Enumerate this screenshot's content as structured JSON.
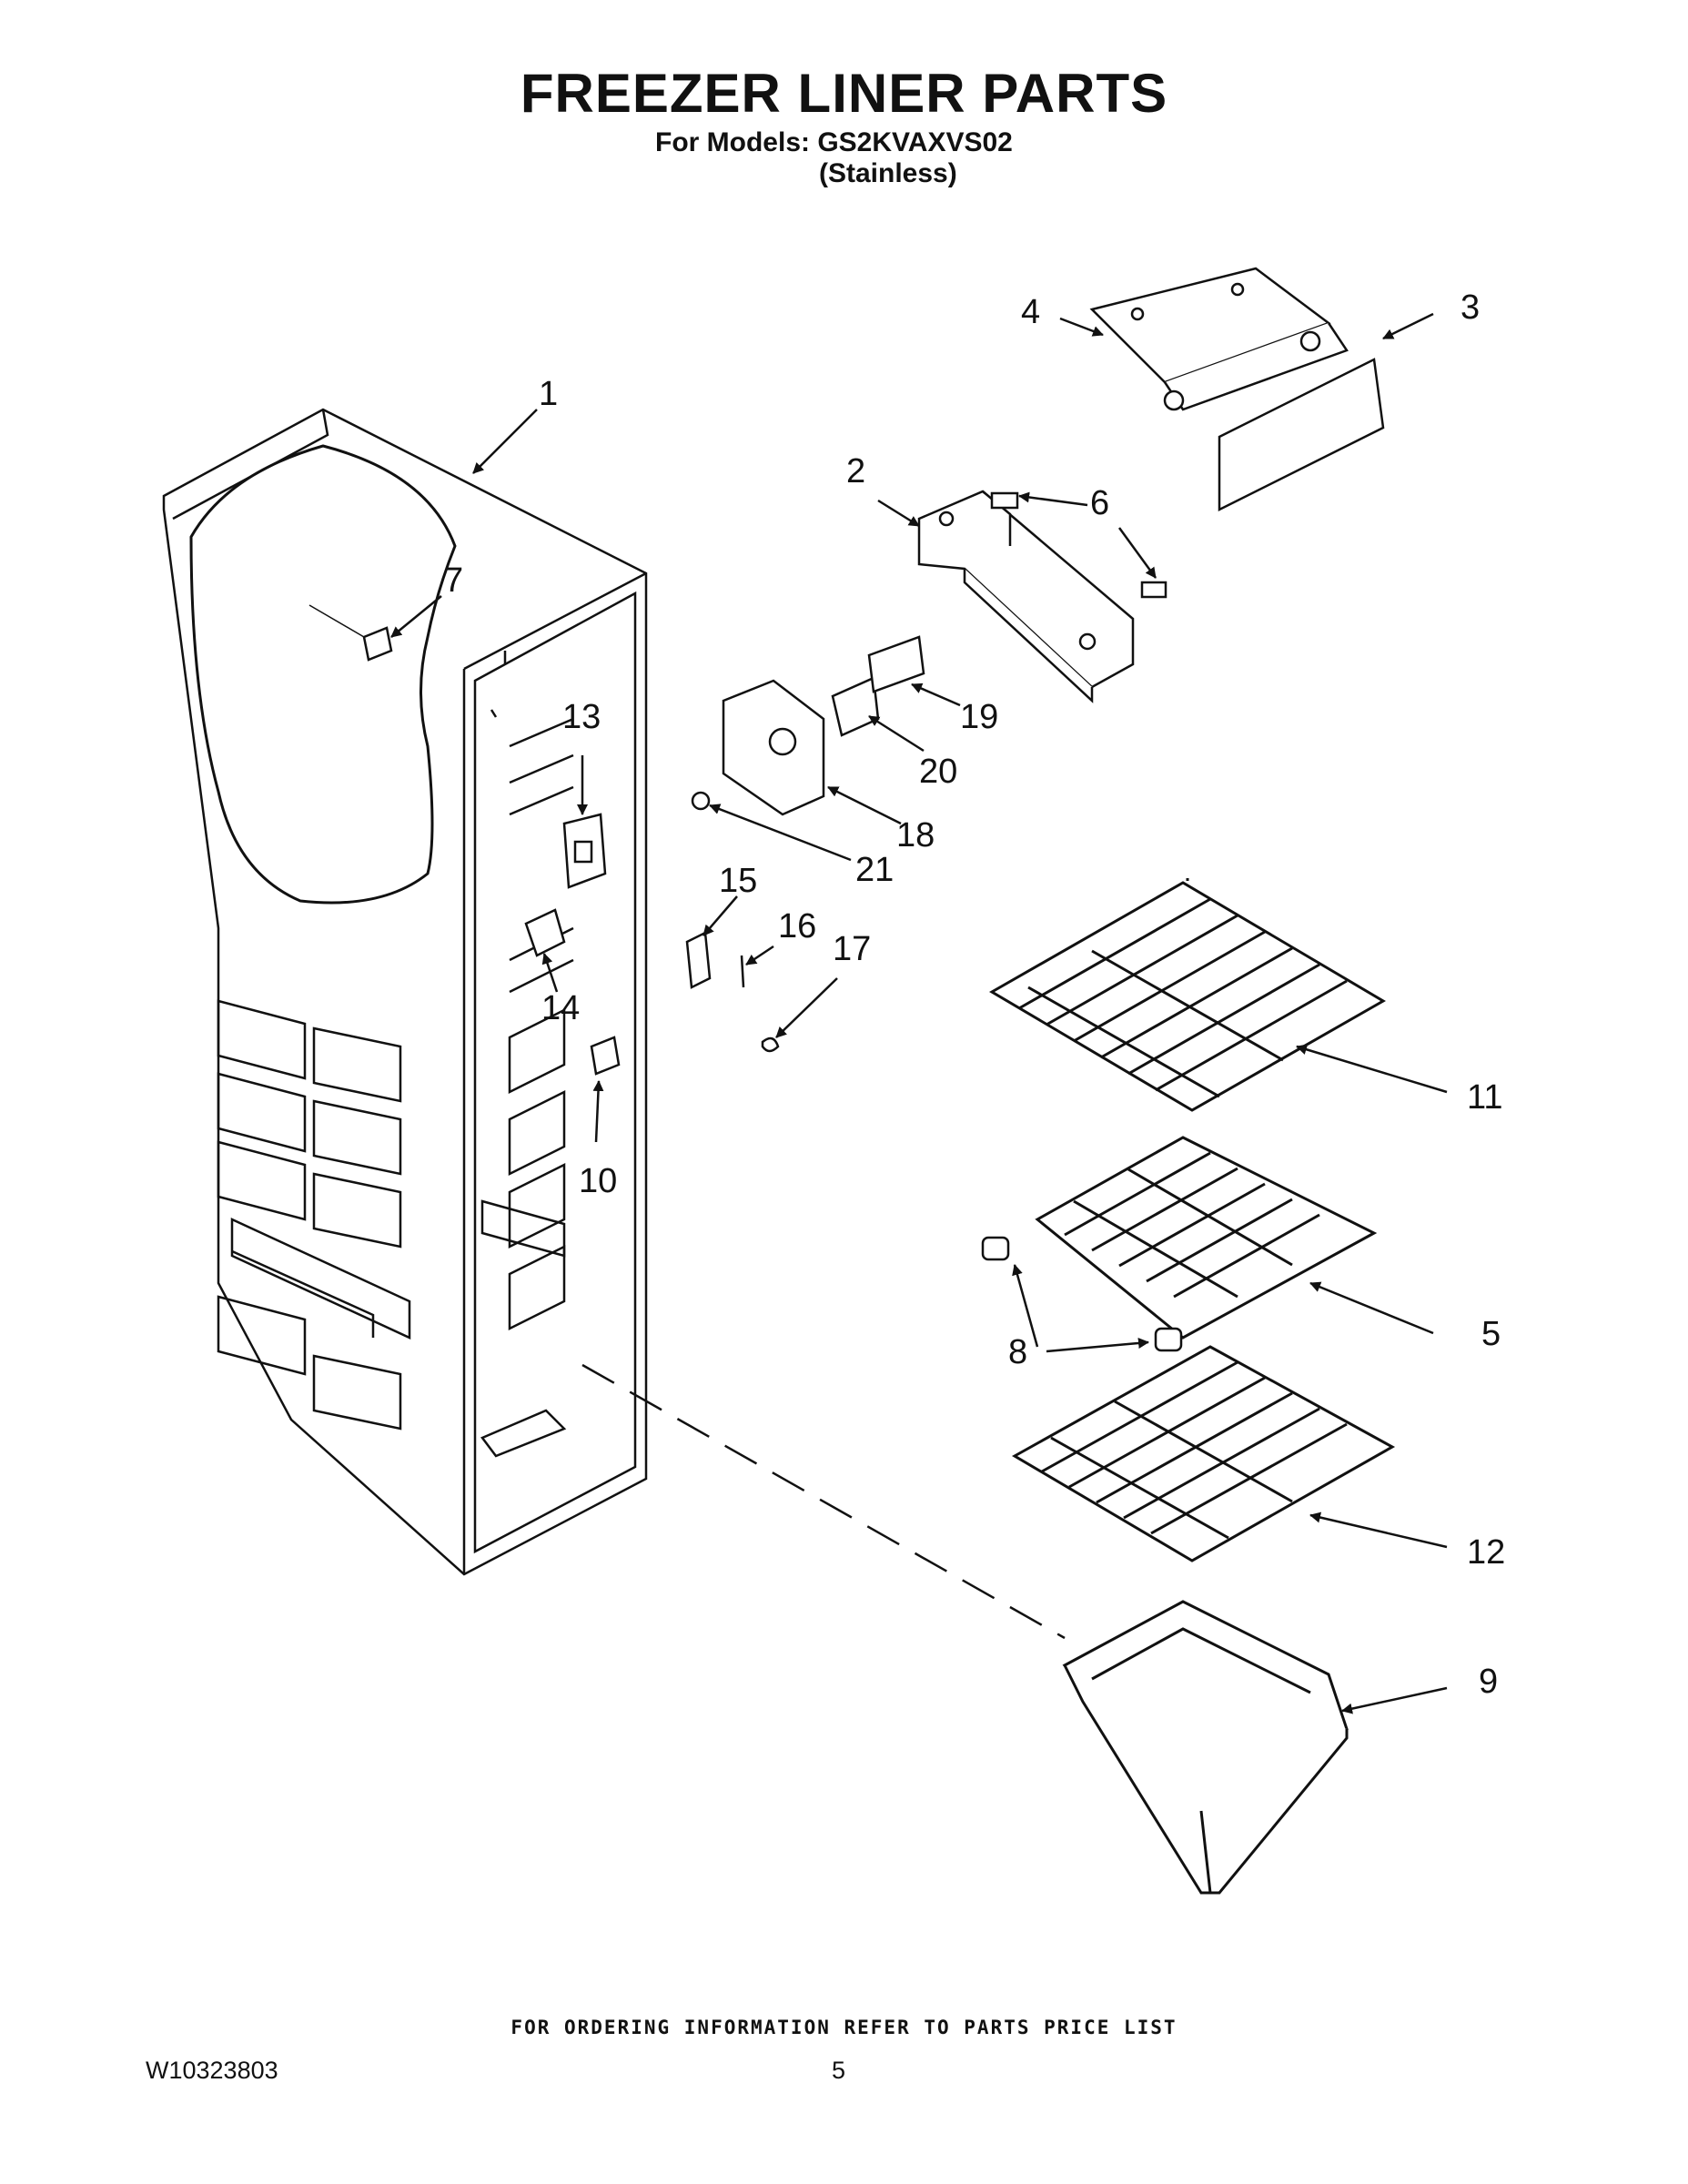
{
  "header": {
    "title": "FREEZER LINER PARTS",
    "models_line": "For Models: GS2KVAXVS02",
    "variant": "(Stainless)"
  },
  "callouts": [
    "1",
    "2",
    "3",
    "4",
    "5",
    "6",
    "7",
    "8",
    "9",
    "10",
    "11",
    "12",
    "13",
    "14",
    "15",
    "16",
    "17",
    "18",
    "19",
    "20",
    "21"
  ],
  "footer": {
    "order_note": "FOR ORDERING INFORMATION REFER TO PARTS PRICE LIST",
    "doc_number": "W10323803",
    "page_number": "5"
  }
}
